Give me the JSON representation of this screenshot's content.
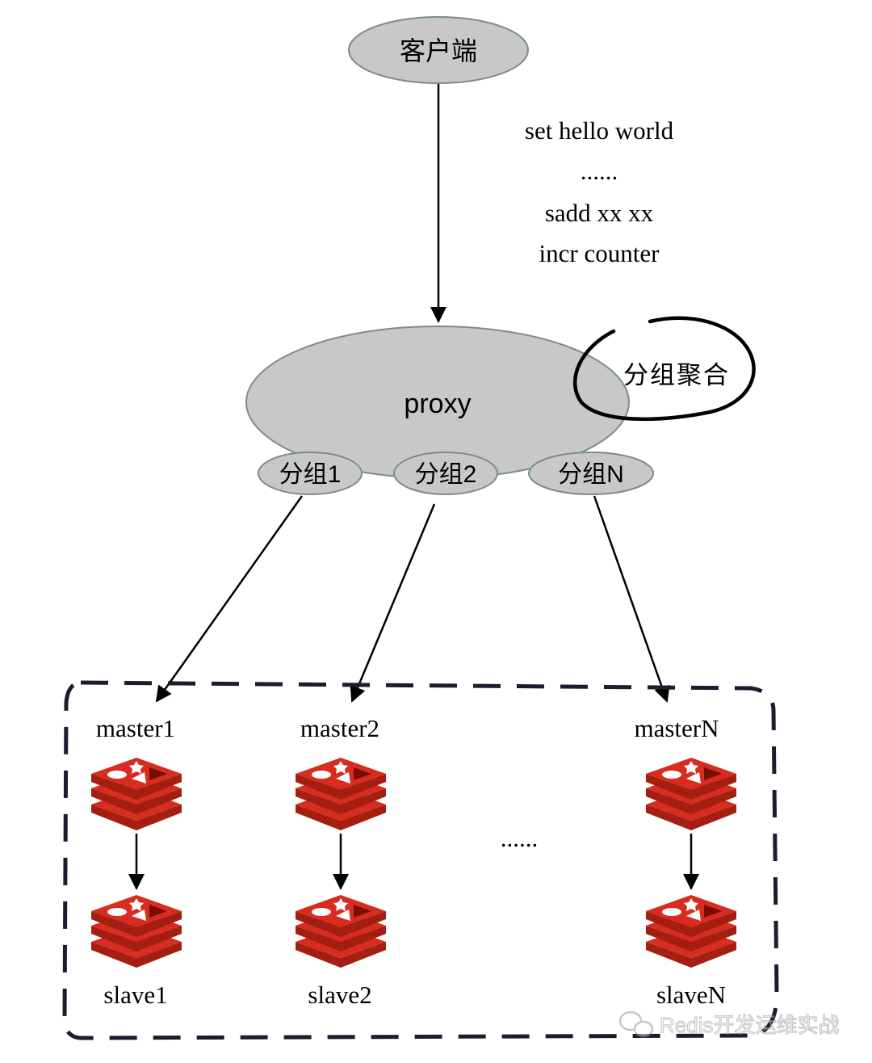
{
  "client": {
    "label": "客户端"
  },
  "commands": {
    "lines": [
      "set hello world",
      "......",
      "sadd xx xx",
      "incr counter"
    ]
  },
  "proxy": {
    "label": "proxy",
    "annotation": "分组聚合"
  },
  "groups": [
    {
      "label": "分组1"
    },
    {
      "label": "分组2"
    },
    {
      "label": "分组N"
    }
  ],
  "shards": [
    {
      "master": "master1",
      "slave": "slave1"
    },
    {
      "master": "master2",
      "slave": "slave2"
    },
    {
      "master": "masterN",
      "slave": "slaveN"
    }
  ],
  "ellipsis": "......",
  "watermark": "Redis开发运维实战",
  "colors": {
    "node_fill": "#c8c8c8",
    "node_stroke": "#7a8c8c",
    "redis_red": "#c6302b",
    "redis_dark": "#a41e11",
    "line": "#000000"
  }
}
